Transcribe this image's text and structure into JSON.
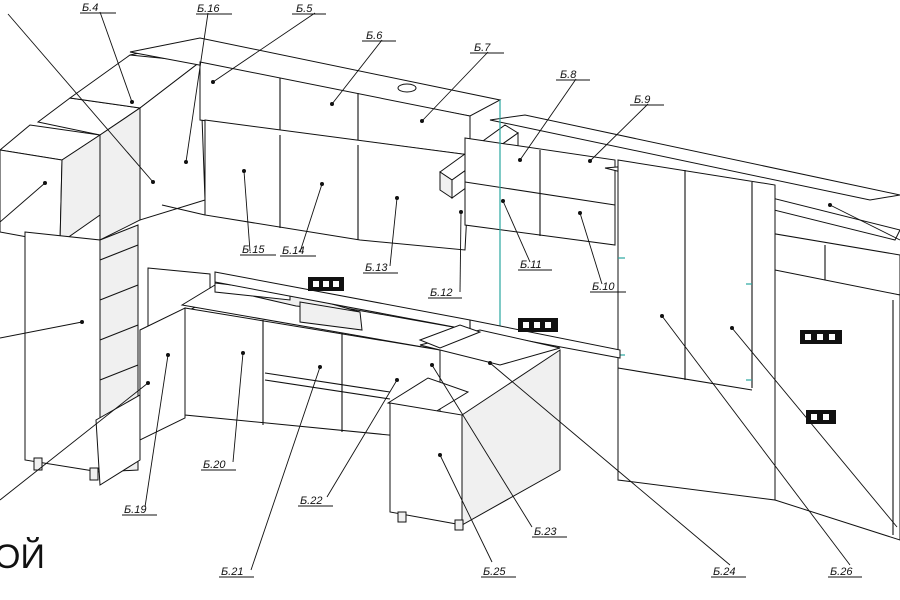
{
  "diagram": {
    "heading_fragment": "ОЙ",
    "labels": [
      {
        "id": "b4",
        "text": "Б.4"
      },
      {
        "id": "b16",
        "text": "Б.16"
      },
      {
        "id": "b5",
        "text": "Б.5"
      },
      {
        "id": "b6",
        "text": "Б.6"
      },
      {
        "id": "b7",
        "text": "Б.7"
      },
      {
        "id": "b8",
        "text": "Б.8"
      },
      {
        "id": "b9",
        "text": "Б.9"
      },
      {
        "id": "b15",
        "text": "Б.15"
      },
      {
        "id": "b14",
        "text": "Б.14"
      },
      {
        "id": "b13",
        "text": "Б.13"
      },
      {
        "id": "b12",
        "text": "Б.12"
      },
      {
        "id": "b11",
        "text": "Б.11"
      },
      {
        "id": "b10",
        "text": "Б.10"
      },
      {
        "id": "b20",
        "text": "Б.20"
      },
      {
        "id": "b19",
        "text": "Б.19"
      },
      {
        "id": "b22",
        "text": "Б.22"
      },
      {
        "id": "b21",
        "text": "Б.21"
      },
      {
        "id": "b23",
        "text": "Б.23"
      },
      {
        "id": "b25",
        "text": "Б.25"
      },
      {
        "id": "b24",
        "text": "Б.24"
      },
      {
        "id": "b26",
        "text": "Б.26"
      }
    ]
  }
}
